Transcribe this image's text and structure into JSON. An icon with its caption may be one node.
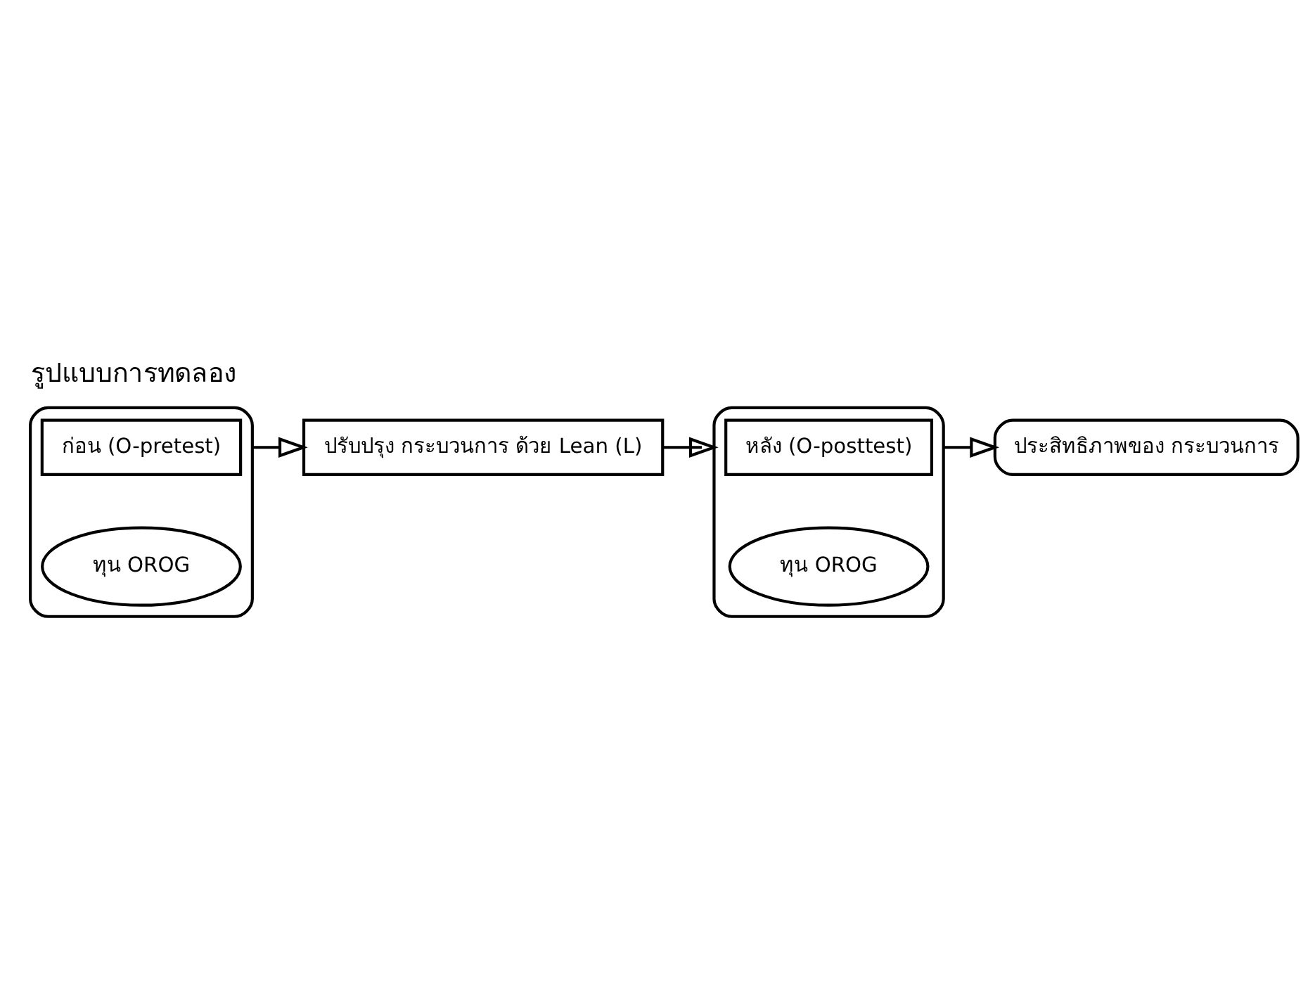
{
  "diagram": {
    "title": "รูปแบบการทดลอง",
    "nodes": [
      {
        "text": [],
        "shape": "box"
      },
      {
        "text": [
          "ก่อน (O-pretest)"
        ],
        "in": 0
      },
      {
        "text": [
          "ทุน OROG"
        ],
        "in": 0
      },
      {
        "text": [
          "ปรับปรุง กระบวนการ ด้วย Lean (L)"
        ]
      },
      {
        "text": [],
        "shape": "box"
      },
      {
        "text": [
          "หลัง (O-posttest)"
        ],
        "in": 4
      },
      {
        "text": [
          "ทุน OROG"
        ],
        "in": 4
      },
      {
        "text": [
          "ประสิทธิภาพของ กระบวนการ"
        ]
      }
    ],
    "edges": [
      {
        "from": 0,
        "to": 3,
        "arrow": "to"
      },
      {
        "from": 3,
        "to": 4,
        "arrow": "to"
      },
      {
        "from": 4,
        "to": 7,
        "arrow": "to"
      }
    ]
  }
}
